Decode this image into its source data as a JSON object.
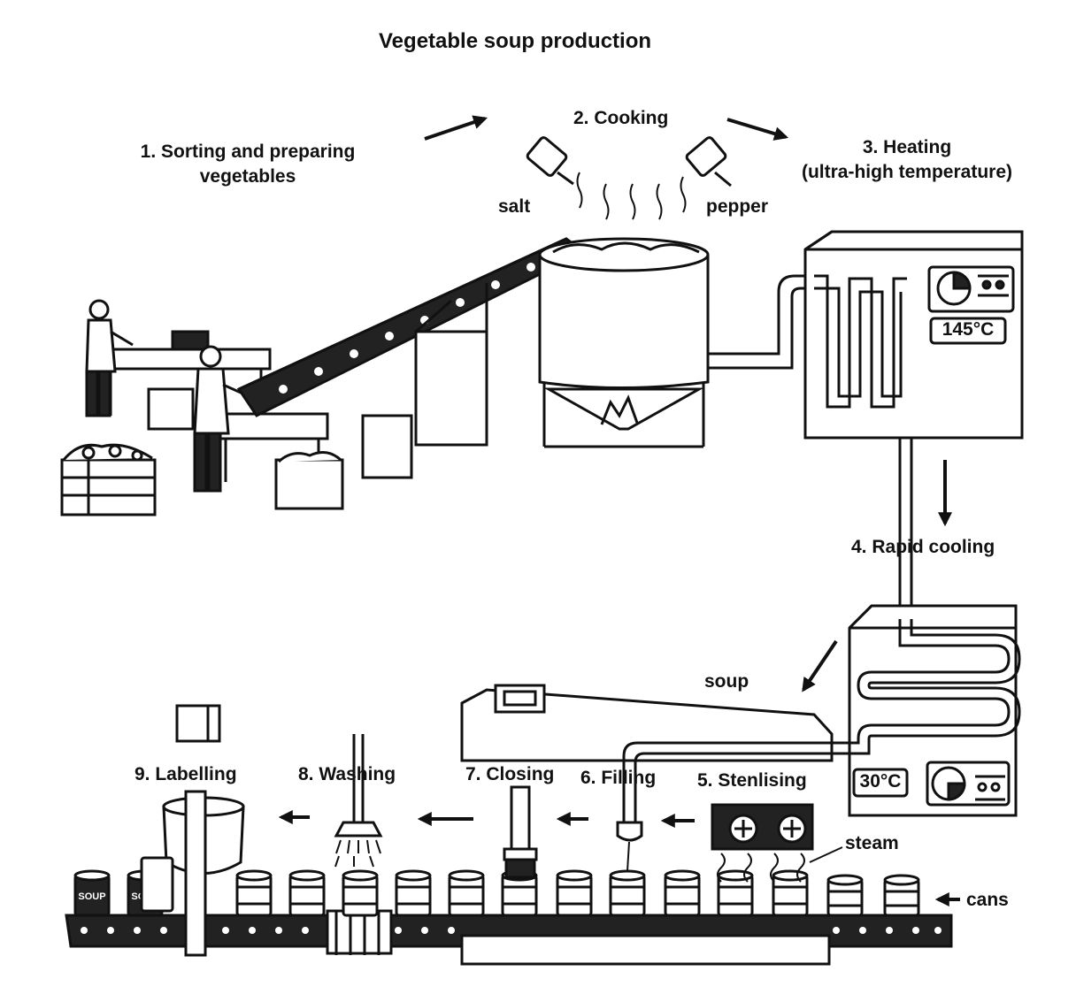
{
  "title": "Vegetable soup production",
  "steps": {
    "s1": "1. Sorting and preparing",
    "s1b": "vegetables",
    "s2": "2. Cooking",
    "s3": "3. Heating",
    "s3b": "(ultra-high temperature)",
    "s4": "4. Rapid cooling",
    "s5": "5. Stenlising",
    "s6": "6. Filling",
    "s7": "7. Closing",
    "s8": "8. Washing",
    "s9": "9. Labelling"
  },
  "labels": {
    "salt": "salt",
    "pepper": "pepper",
    "soup": "soup",
    "steam": "steam",
    "cans": "cans",
    "can_text": "SOUP"
  },
  "readouts": {
    "heater_temp": "145°C",
    "cooler_temp": "30°C"
  },
  "colors": {
    "ink": "#111111",
    "paper": "#ffffff"
  }
}
